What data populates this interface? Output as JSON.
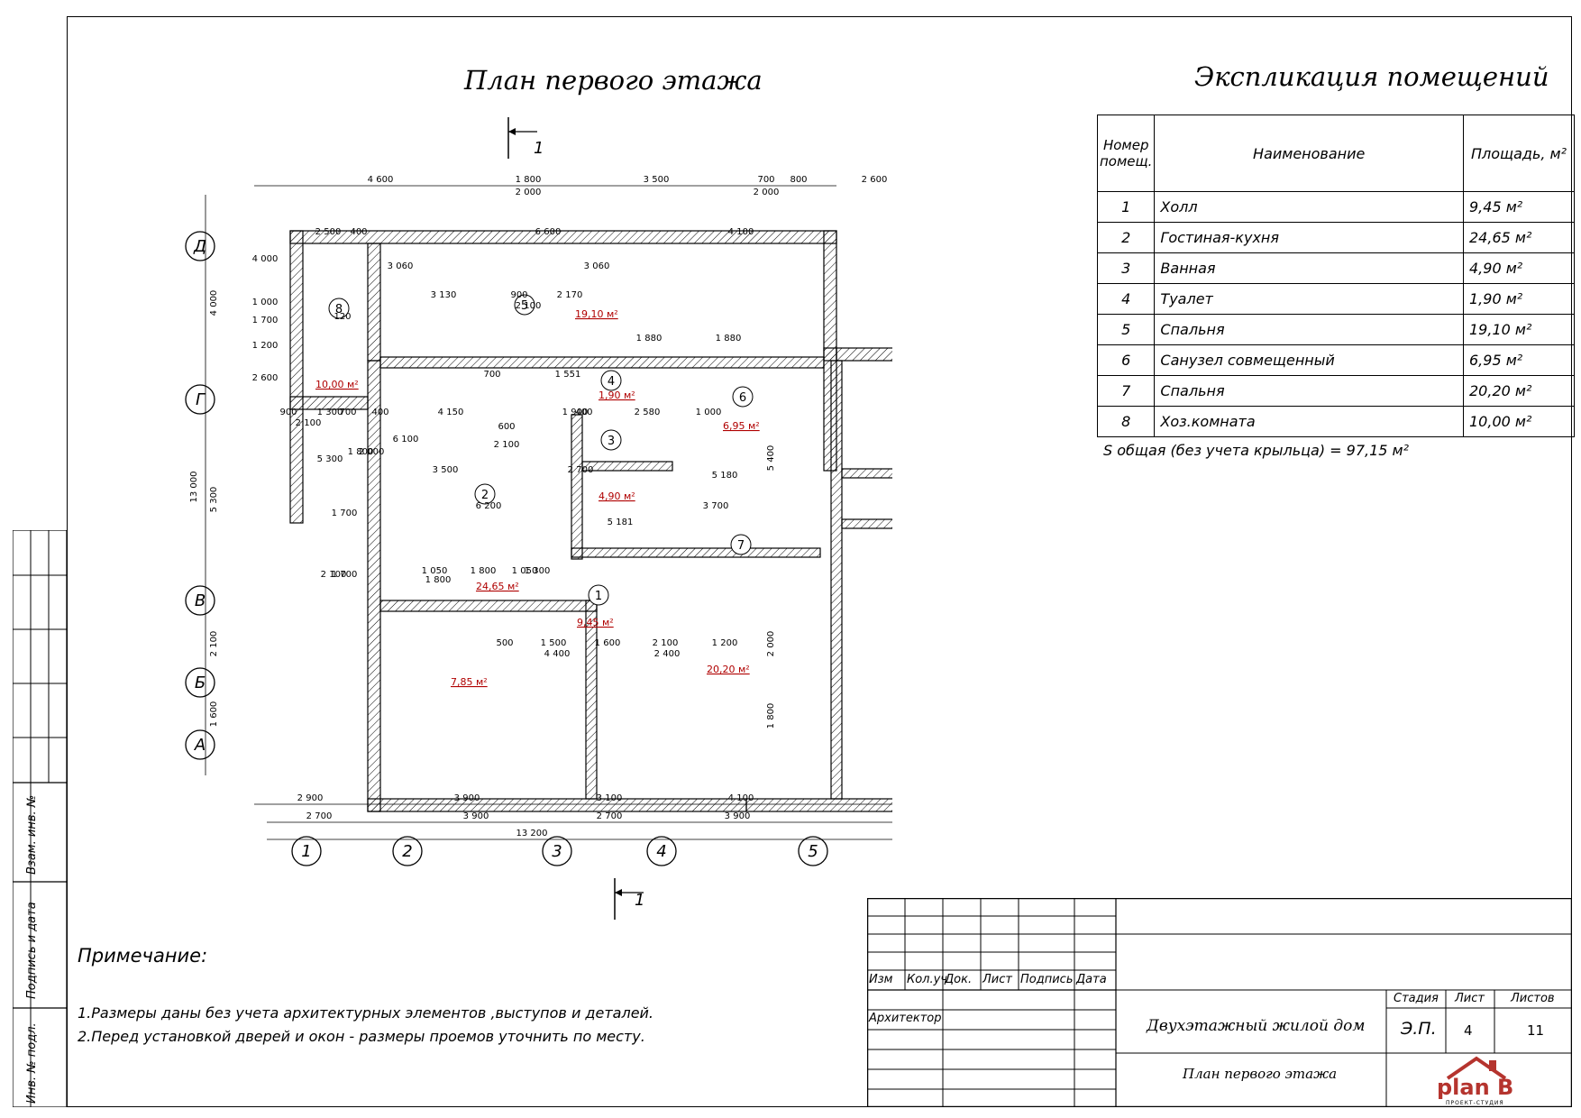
{
  "titles": {
    "plan": "План первого этажа",
    "explication": "Экспликация помещений"
  },
  "section_marks": {
    "top": "1",
    "bottom": "1"
  },
  "explication": {
    "headers": {
      "number": "Номер помещ.",
      "name": "Наименование",
      "area": "Площадь, м²"
    },
    "rows": [
      {
        "n": "1",
        "name": "Холл",
        "area": "9,45 м²"
      },
      {
        "n": "2",
        "name": "Гостиная-кухня",
        "area": "24,65 м²"
      },
      {
        "n": "3",
        "name": "Ванная",
        "area": "4,90 м²"
      },
      {
        "n": "4",
        "name": "Туалет",
        "area": "1,90 м²"
      },
      {
        "n": "5",
        "name": "Спальня",
        "area": "19,10 м²"
      },
      {
        "n": "6",
        "name": "Санузел совмещенный",
        "area": "6,95 м²"
      },
      {
        "n": "7",
        "name": "Спальня",
        "area": "20,20 м²"
      },
      {
        "n": "8",
        "name": "Хоз.комната",
        "area": "10,00 м²"
      }
    ],
    "total": "S общая (без учета крыльца) = 97,15 м²"
  },
  "notes": {
    "heading": "Примечание:",
    "items": [
      "1.Размеры даны без учета архитектурных элементов ,выступов и деталей.",
      "2.Перед установкой дверей и окон - размеры проемов уточнить по месту."
    ]
  },
  "side_stamp": {
    "labels": [
      "Взам. инв. №",
      "Подпись и дата",
      "Инв. № подл."
    ]
  },
  "title_block": {
    "cols": [
      "Изм",
      "Кол.уч",
      "Док.",
      "Лист",
      "Подпись",
      "Дата"
    ],
    "role": "Архитектор",
    "project": "Двухэтажный жилой дом",
    "sheet_title": "План первого этажа",
    "stage_label": "Стадия",
    "sheet_label": "Лист",
    "sheets_label": "Листов",
    "stage": "Э.П.",
    "sheet": "4",
    "sheets": "11",
    "logo": "plan B",
    "logo_sub": "ПРОЕКТ-СТУДИЯ"
  },
  "plan": {
    "axes_letters": [
      "Д",
      "Г",
      "В",
      "Б",
      "А"
    ],
    "axes_numbers": [
      "1",
      "2",
      "3",
      "4",
      "5"
    ],
    "top_dims_1": [
      "4 600",
      "1 800",
      "3 500",
      "700",
      "800",
      "2 600"
    ],
    "top_dims_2": [
      "2 000",
      "2 000"
    ],
    "bottom_dims_1": [
      "2 900",
      "3 900",
      "3 100",
      "4 100"
    ],
    "bottom_dims_2": [
      "2 700",
      "3 900",
      "2 700",
      "3 900"
    ],
    "bottom_total": "13 200",
    "left_total": "13 000",
    "left_dims": [
      "4 000",
      "5 300",
      "2 100",
      "1 600"
    ],
    "right_dims": [
      "5 400",
      "2 000",
      "1 800"
    ],
    "rooms": [
      {
        "n": "8",
        "area": "10,00 м²"
      },
      {
        "n": "5",
        "area": "19,10 м²"
      },
      {
        "n": "4",
        "area": "1,90 м²"
      },
      {
        "n": "3",
        "area": "4,90 м²"
      },
      {
        "n": "6",
        "area": "6,95 м²"
      },
      {
        "n": "2",
        "area": "24,65 м²"
      },
      {
        "n": "1",
        "area": "9,45 м²"
      },
      {
        "n": "7",
        "area": "20,20 м²"
      }
    ],
    "porch_area": "7,85 м²",
    "inner_dims": [
      "2 500",
      "400",
      "6 600",
      "4 100",
      "3 130",
      "900",
      "2 170",
      "2 100",
      "900",
      "1 300",
      "700",
      "2 100",
      "400",
      "4 150",
      "1 900",
      "3 500",
      "2 700",
      "6 200",
      "3 700",
      "1 050",
      "1 800",
      "1 050",
      "1 800",
      "1 300",
      "500",
      "1 500",
      "1 600",
      "2 100",
      "1 200",
      "4 400",
      "2 400",
      "2 580",
      "1 000",
      "400",
      "3 060",
      "3 060",
      "1 880",
      "1 880",
      "5 180",
      "5 181",
      "6 100",
      "2 000",
      "1 800",
      "5 300",
      "1 700",
      "2 100",
      "1 700",
      "1 000",
      "1 700",
      "1 200",
      "2 600",
      "4 000",
      "120",
      "1 551",
      "700",
      "600",
      "2 100"
    ]
  },
  "colors": {
    "hatch": "#000000",
    "area_label": "#b00000"
  }
}
